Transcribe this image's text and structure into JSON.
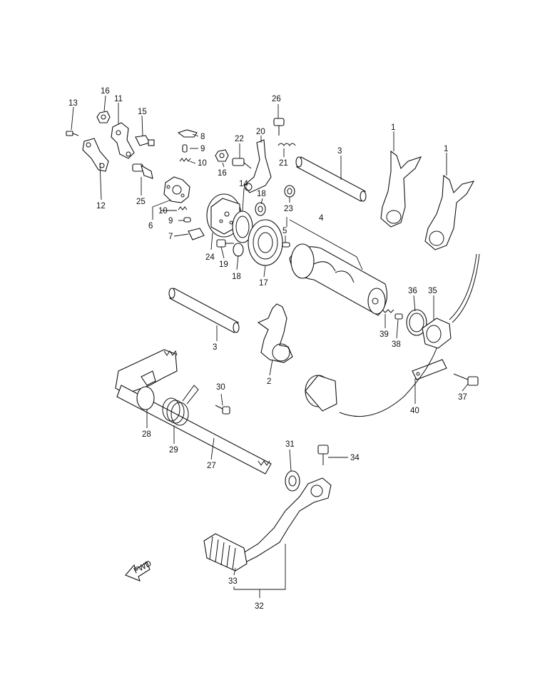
{
  "diagram": {
    "labels": {
      "p1a": "1",
      "p1b": "1",
      "p2": "2",
      "p3a": "3",
      "p3b": "3",
      "p4": "4",
      "p5": "5",
      "p6": "6",
      "p7": "7",
      "p8": "8",
      "p9a": "9",
      "p9b": "9",
      "p10a": "10",
      "p10b": "10",
      "p11": "11",
      "p12": "12",
      "p13": "13",
      "p14": "14",
      "p15": "15",
      "p16a": "16",
      "p16b": "16",
      "p17": "17",
      "p18a": "18",
      "p18b": "18",
      "p19": "19",
      "p20": "20",
      "p21": "21",
      "p22": "22",
      "p23": "23",
      "p24": "24",
      "p25": "25",
      "p26": "26",
      "p27": "27",
      "p28": "28",
      "p29": "29",
      "p30": "30",
      "p31": "31",
      "p32": "32",
      "p33": "33",
      "p34": "34",
      "p35": "35",
      "p36": "36",
      "p37": "37",
      "p38": "38",
      "p39": "39",
      "p40": "40"
    },
    "fwd_marker": "FWD"
  }
}
